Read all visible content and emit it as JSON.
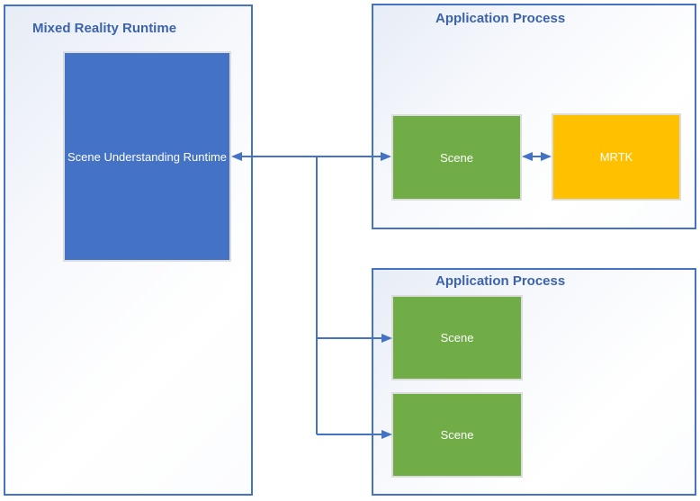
{
  "diagram": {
    "mixed_reality_runtime": {
      "title": "Mixed Reality Runtime",
      "runtime_box_label": "Scene Understanding Runtime"
    },
    "application_process_top": {
      "title": "Application Process",
      "scene_label": "Scene",
      "mrtk_label": "MRTK"
    },
    "application_process_bottom": {
      "title": "Application Process",
      "scene1_label": "Scene",
      "scene2_label": "Scene"
    },
    "connections": [
      {
        "from": "Scene Understanding Runtime",
        "to": "Scene (top Application Process)",
        "direction": "bidirectional"
      },
      {
        "from": "Scene (top Application Process)",
        "to": "MRTK",
        "direction": "bidirectional"
      },
      {
        "from": "Scene Understanding Runtime",
        "to": "Scene (bottom Application Process, upper)",
        "direction": "one-way"
      },
      {
        "from": "Scene Understanding Runtime",
        "to": "Scene (bottom Application Process, lower)",
        "direction": "one-way"
      }
    ],
    "colors": {
      "accent_blue": "#4472C4",
      "green": "#70AD47",
      "gold": "#FFC000",
      "title_text": "#3C63AC",
      "arrow": "#4472C4",
      "container_border": "#4472C4",
      "node_border": "#DCDCDC"
    }
  }
}
